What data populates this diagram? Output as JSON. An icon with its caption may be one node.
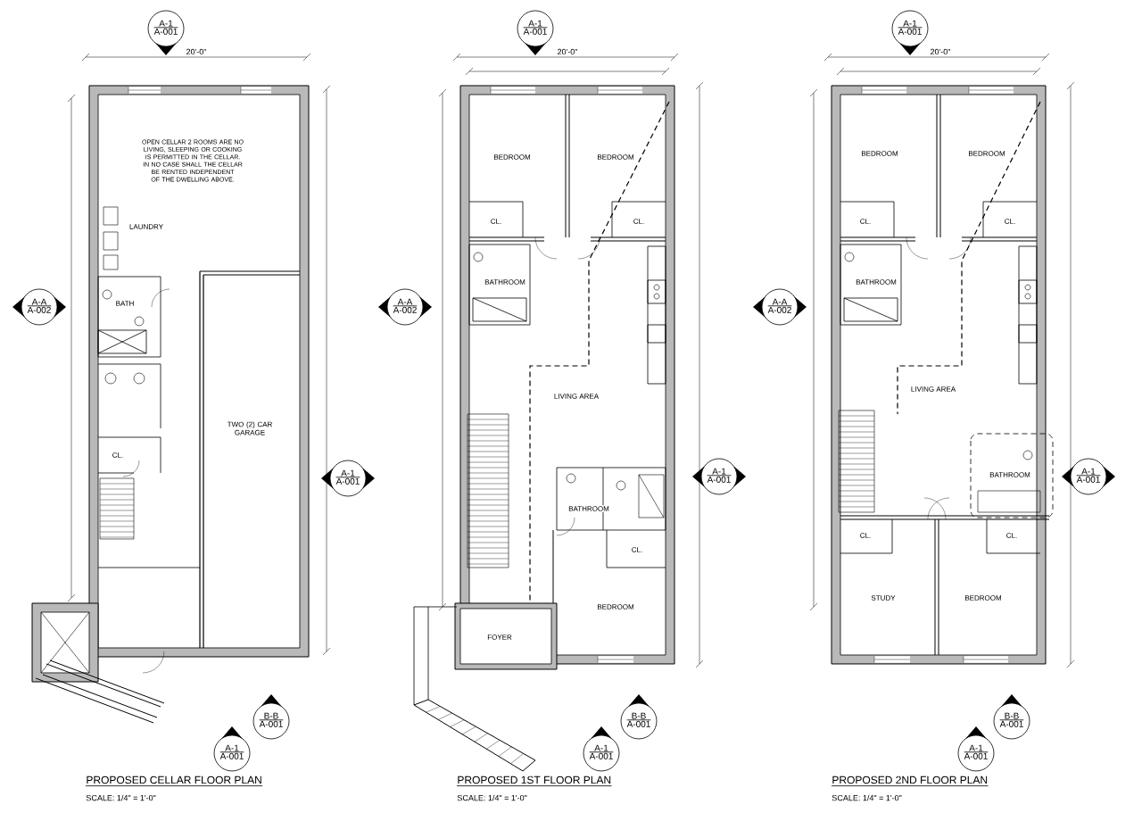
{
  "diagram": {
    "nodes": [
      {
        "text": [
          "OPEN CELLAR 2 ROOMS ARE NO LIVING, SLEEPING OR COOKING IS PERMITTED IN THE CELLAR. IN NO CASE SHALL THE CELLAR BE RENTED INDEPENDENT OF THE DWELLING ABOVE."
        ]
      },
      {
        "text": [
          "LAUNDRY"
        ]
      },
      {
        "text": [
          "BATH"
        ]
      },
      {
        "text": [
          "TWO (2) CAR GARAGE"
        ]
      },
      {
        "text": [
          "CL."
        ]
      },
      {
        "text": [
          "BEDROOM"
        ]
      },
      {
        "text": [
          "BEDROOM"
        ]
      },
      {
        "text": [
          "CL."
        ]
      },
      {
        "text": [
          "CL."
        ]
      },
      {
        "text": [
          "BATHROOM"
        ]
      },
      {
        "text": [
          "LIVING AREA"
        ]
      },
      {
        "text": [
          "BATHROOM"
        ]
      },
      {
        "text": [
          "CL."
        ]
      },
      {
        "text": [
          "BEDROOM"
        ]
      },
      {
        "text": [
          "FOYER"
        ]
      },
      {
        "text": [
          "BEDROOM"
        ]
      },
      {
        "text": [
          "BEDROOM"
        ]
      },
      {
        "text": [
          "CL."
        ]
      },
      {
        "text": [
          "CL."
        ]
      },
      {
        "text": [
          "BATHROOM"
        ]
      },
      {
        "text": [
          "LIVING AREA"
        ]
      },
      {
        "text": [
          "BATHROOM"
        ]
      },
      {
        "text": [
          "CL."
        ]
      },
      {
        "text": [
          "CL."
        ]
      },
      {
        "text": [
          "STUDY"
        ]
      },
      {
        "text": [
          "BEDROOM"
        ]
      },
      {
        "text": [
          "A-1",
          "A-001"
        ]
      },
      {
        "text": [
          "A-A",
          "A-002"
        ]
      },
      {
        "text": [
          "A-1",
          "A-001"
        ]
      },
      {
        "text": [
          "A-1",
          "A-001"
        ]
      },
      {
        "text": [
          "B-B",
          "A-001"
        ]
      },
      {
        "text": [
          "A-1",
          "A-001"
        ]
      },
      {
        "text": [
          "A-A",
          "A-002"
        ]
      },
      {
        "text": [
          "A-1",
          "A-001"
        ]
      },
      {
        "text": [
          "A-1",
          "A-001"
        ]
      },
      {
        "text": [
          "B-B",
          "A-001"
        ]
      },
      {
        "text": [
          "A-1",
          "A-001"
        ]
      },
      {
        "text": [
          "A-A",
          "A-002"
        ]
      },
      {
        "text": [
          "A-1",
          "A-001"
        ]
      },
      {
        "text": [
          "A-1",
          "A-001"
        ]
      },
      {
        "text": [
          "B-B",
          "A-001"
        ]
      }
    ],
    "labels": [
      "20'-0\"",
      "20'-0\"",
      "20'-0\"",
      "PROPOSED CELLAR FLOOR PLAN",
      "SCALE: 1/4\" = 1'-0\"",
      "PROPOSED 1ST FLOOR PLAN",
      "SCALE: 1/4\" = 1'-0\"",
      "PROPOSED 2ND FLOOR PLAN",
      "SCALE: 1/4\" = 1'-0\""
    ]
  }
}
